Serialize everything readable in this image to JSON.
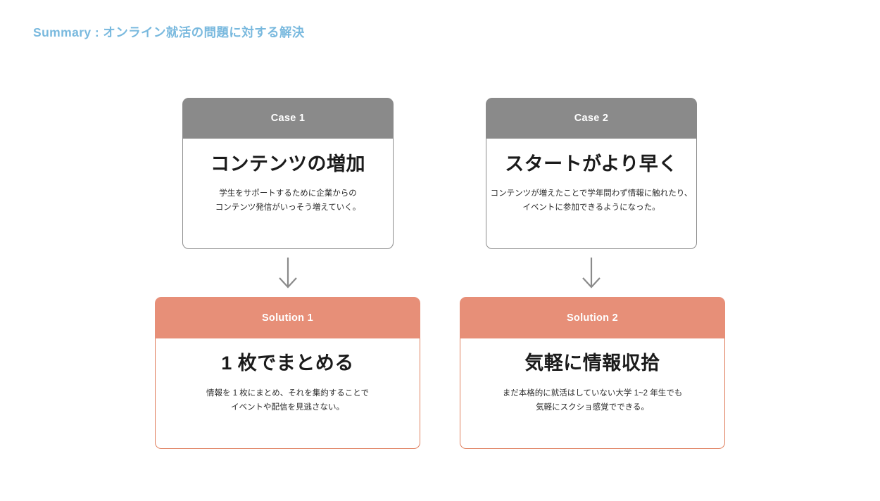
{
  "slide": {
    "title": "Summary : オンライン就活の問題に対する解決",
    "title_color": "#79b9de",
    "background": "#ffffff"
  },
  "colors": {
    "case_header": "#8a8a8a",
    "case_border": "#8c8c8c",
    "solution_header": "#e78f78",
    "solution_border": "#e0805f",
    "arrow": "#8a8a8a",
    "heading_text": "#1b1b1b",
    "body_text": "#2b2b2b",
    "header_label_text": "#ffffff"
  },
  "cases": [
    {
      "label": "Case 1",
      "heading": "コンテンツの増加",
      "desc_line1": "学生をサポートするために企業からの",
      "desc_line2": "コンテンツ発信がいっそう増えていく。"
    },
    {
      "label": "Case 2",
      "heading": "スタートがより早く",
      "desc_line1": "コンテンツが増えたことで学年問わず情報に触れたり、",
      "desc_line2": "イベントに参加できるようになった。"
    }
  ],
  "solutions": [
    {
      "label": "Solution 1",
      "heading": "1 枚でまとめる",
      "desc_line1": "情報を 1 枚にまとめ、それを集約することで",
      "desc_line2": "イベントや配信を見逃さない。"
    },
    {
      "label": "Solution 2",
      "heading": "気軽に情報収拾",
      "desc_line1": "まだ本格的に就活はしていない大学 1~2 年生でも",
      "desc_line2": "気軽にスクショ感覚でできる。"
    }
  ],
  "arrows": [
    {
      "name": "arrow-down-case1-to-solution1",
      "direction": "down"
    },
    {
      "name": "arrow-down-case2-to-solution2",
      "direction": "down"
    }
  ]
}
